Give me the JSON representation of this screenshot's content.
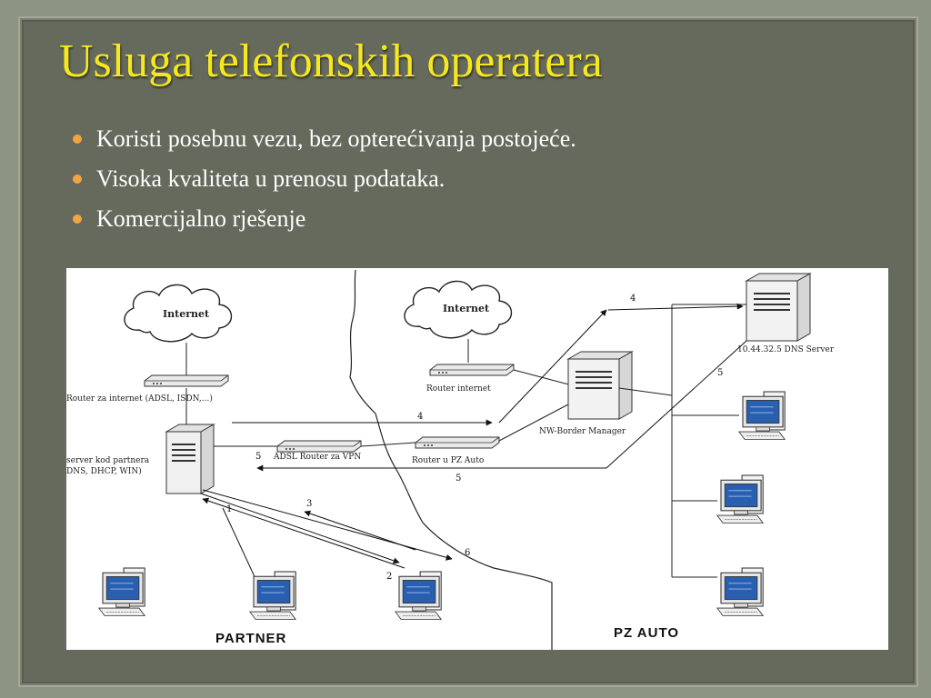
{
  "slide": {
    "title": "Usluga telefonskih operatera",
    "bullets": [
      "Koristi posebnu vezu, bez opterećivanja  postojeće.",
      "Visoka kvaliteta  u prenosu podataka.",
      "Komercijalno rješenje"
    ]
  },
  "diagram": {
    "cloud_left": "Internet",
    "cloud_right": "Internet",
    "router_internet_left": "Router za internet (ADSL, ISDN,...)",
    "router_internet_right": "Router internet",
    "adsl_router_vpn": "ADSL Router za VPN",
    "router_pz_auto": "Router u PZ Auto",
    "nw_border_manager": "NW-Border Manager",
    "dns_server": "10.44.32.5 DNS Server",
    "server_partner_line1": "server kod partnera",
    "server_partner_line2": "DNS, DHCP, WIN)",
    "partner_label": "PARTNER",
    "pz_auto_label": "PZ AUTO",
    "steps": [
      "1",
      "2",
      "3",
      "4",
      "4",
      "5",
      "5",
      "5",
      "6"
    ]
  },
  "colors": {
    "title": "#f6e81f",
    "bullet": "#f0a544",
    "background": "#666a5d",
    "screen": "#2a5fb0"
  }
}
